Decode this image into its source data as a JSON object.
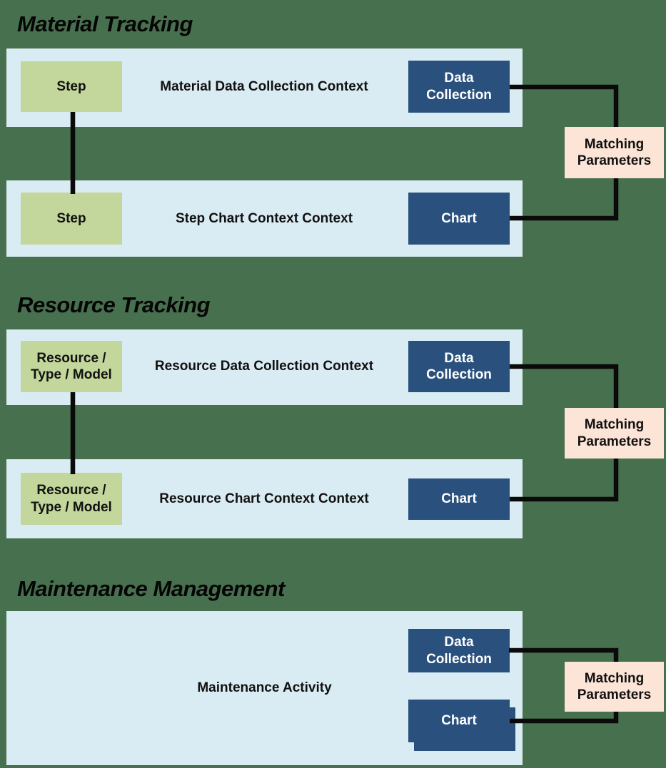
{
  "colors": {
    "background": "#47704e",
    "panel": "#daecf3",
    "entity_box": "#c3d69b",
    "artifact_box": "#2a517e",
    "matching_box": "#fce4d6",
    "connector": "#0a0a0a",
    "title_text": "#050505",
    "artifact_text": "#ffffff"
  },
  "sections": [
    {
      "title": "Material Tracking",
      "rows": [
        {
          "entity": "Step",
          "context": "Material Data Collection Context",
          "artifact": "Data Collection"
        },
        {
          "entity": "Step",
          "context": "Step Chart Context Context",
          "artifact": "Chart"
        }
      ],
      "matching_label": "Matching Parameters"
    },
    {
      "title": "Resource Tracking",
      "rows": [
        {
          "entity": "Resource / Type / Model",
          "context": "Resource Data Collection Context",
          "artifact": "Data Collection"
        },
        {
          "entity": "Resource / Type / Model",
          "context": "Resource Chart Context Context",
          "artifact": "Chart"
        }
      ],
      "matching_label": "Matching Parameters"
    },
    {
      "title": "Maintenance Management",
      "context": "Maintenance Activity",
      "artifacts": [
        {
          "label": "Data Collection"
        },
        {
          "label": "Chart"
        }
      ],
      "matching_label": "Matching Parameters"
    }
  ]
}
